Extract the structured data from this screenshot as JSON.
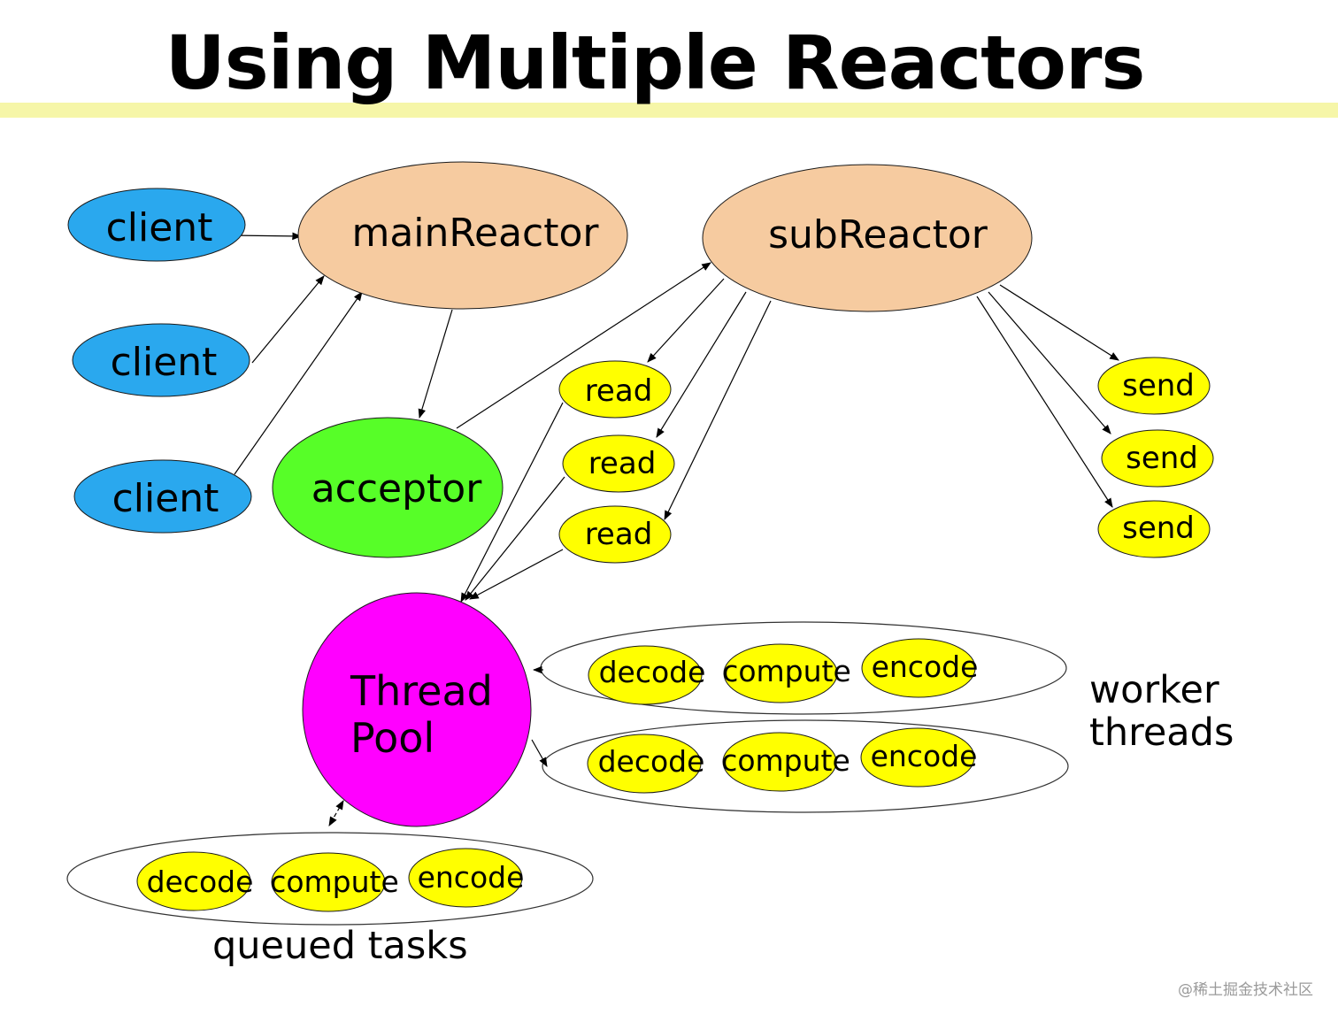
{
  "title": "Using Multiple Reactors",
  "colors": {
    "client": "#2aa8ee",
    "reactor": "#f6cba0",
    "acceptor": "#57fe28",
    "task": "#ffff00",
    "thread_pool": "#ff00ff",
    "title_bar": "#f6f6a8"
  },
  "nodes": {
    "client_1": "client",
    "client_2": "client",
    "client_3": "client",
    "main_reactor": "mainReactor",
    "sub_reactor": "subReactor",
    "acceptor": "acceptor",
    "read_1": "read",
    "read_2": "read",
    "read_3": "read",
    "send_1": "send",
    "send_2": "send",
    "send_3": "send",
    "thread_pool_line1": "Thread",
    "thread_pool_line2": "Pool"
  },
  "worker_row_1": [
    "decode",
    "compute",
    "encode"
  ],
  "worker_row_2": [
    "decode",
    "compute",
    "encode"
  ],
  "queued_row": [
    "decode",
    "compute",
    "encode"
  ],
  "labels": {
    "worker_threads_line1": "worker",
    "worker_threads_line2": "threads",
    "queued_tasks": "queued tasks"
  },
  "watermark": "@稀土掘金技术社区"
}
